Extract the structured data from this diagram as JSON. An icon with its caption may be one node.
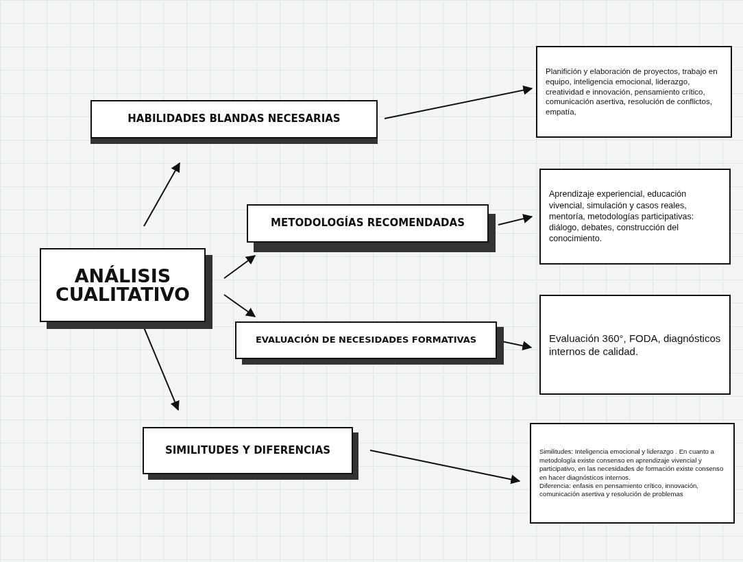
{
  "diagram": {
    "nodes": [
      {
        "text": [
          "ANÁLISIS CUALITATIVO"
        ]
      },
      {
        "text": [
          "HABILIDADES BLANDAS NECESARIAS"
        ]
      },
      {
        "text": [
          "METODOLOGÍAS RECOMENDADAS"
        ]
      },
      {
        "text": [
          "EVALUACIÓN DE NECESIDADES FORMATIVAS"
        ]
      },
      {
        "text": [
          "SIMILITUDES Y DIFERENCIAS"
        ]
      },
      {
        "text": [
          "Planifición y elaboración de proyectos, trabajo en equipo, inteligencia emocional, liderazgo, creatividad e innovación, pensamiento crítico, comunicación asertiva, resolución de conflictos, empatía,"
        ]
      },
      {
        "text": [
          "Aprendizaje experiencial, educación vivencial, simulación y casos reales, mentoría, metodologías participativas: diálogo, debates, construcción del conocimiento."
        ]
      },
      {
        "text": [
          "Evaluación 360°, FODA, diagnósticos internos de calidad."
        ]
      },
      {
        "text": [
          "Similitudes: Inteligencia emocional y liderazgo . En cuanto a metodología existe consenso en aprendizaje vivencial y participativo, en las necesidades de formación existe consenso en hacer diagnósticos internos.",
          "Diferencia: enfasis en pensamiento crítico, innovación, comunicación asertiva y resolución de problemas"
        ]
      }
    ],
    "edges": [
      {
        "from": 0,
        "to": 1,
        "arrow": "to"
      },
      {
        "from": 0,
        "to": 2,
        "arrow": "to"
      },
      {
        "from": 0,
        "to": 3,
        "arrow": "to"
      },
      {
        "from": 0,
        "to": 4,
        "arrow": "to"
      },
      {
        "from": 1,
        "to": 5,
        "arrow": "to"
      },
      {
        "from": 2,
        "to": 6,
        "arrow": "to"
      },
      {
        "from": 3,
        "to": 7,
        "arrow": "to"
      },
      {
        "from": 4,
        "to": 8,
        "arrow": "to"
      }
    ]
  }
}
